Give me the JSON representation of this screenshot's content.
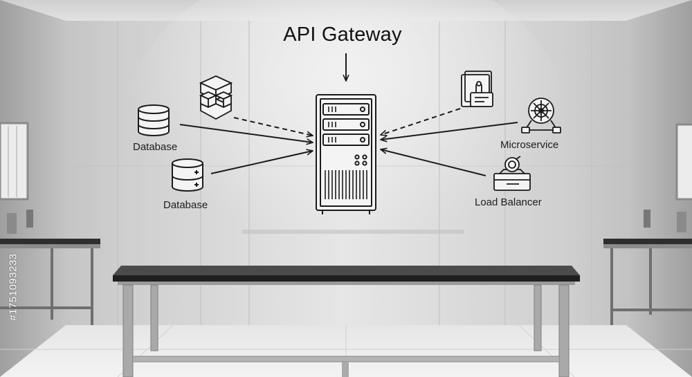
{
  "diagram": {
    "title": "API Gateway",
    "nodes": [
      {
        "id": "database-1",
        "label": "Database",
        "icon": "database-icon"
      },
      {
        "id": "database-2",
        "label": "Database",
        "icon": "database-icon"
      },
      {
        "id": "cube-stack",
        "label": "",
        "icon": "cube-stack-icon"
      },
      {
        "id": "server-rack",
        "label": "",
        "icon": "server-rack-icon"
      },
      {
        "id": "document-lock",
        "label": "",
        "icon": "document-lock-icon"
      },
      {
        "id": "microservice",
        "label": "Microservice",
        "icon": "microservice-icon"
      },
      {
        "id": "load-balancer",
        "label": "Load Balancer",
        "icon": "load-balancer-icon"
      }
    ],
    "edges": [
      {
        "from": "database-1",
        "to": "server-rack",
        "style": "solid"
      },
      {
        "from": "database-2",
        "to": "server-rack",
        "style": "solid"
      },
      {
        "from": "cube-stack",
        "to": "server-rack",
        "style": "dashed"
      },
      {
        "from": "document-lock",
        "to": "server-rack",
        "style": "dashed"
      },
      {
        "from": "microservice",
        "to": "server-rack",
        "style": "solid"
      },
      {
        "from": "load-balancer",
        "to": "server-rack",
        "style": "solid"
      },
      {
        "from": "title",
        "to": "server-rack",
        "style": "solid"
      }
    ]
  },
  "watermark": {
    "stock_id": "#1751093233",
    "text_color": "#ffffff"
  },
  "colors": {
    "line": "#1a1a1a",
    "wall": "#d6d6d6",
    "table_top": "#2c2c2c"
  }
}
